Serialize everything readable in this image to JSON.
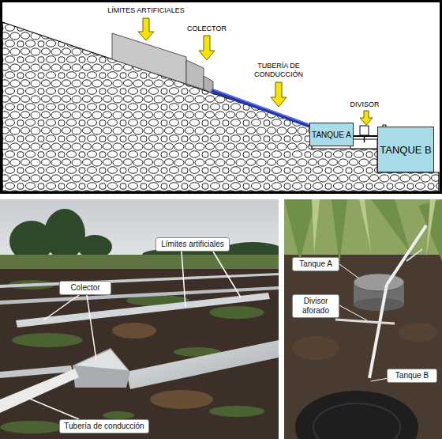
{
  "diagram": {
    "nodes": [
      {
        "text": [
          "TANQUE A"
        ]
      },
      {
        "text": [
          "TANQUE B"
        ]
      },
      {
        "text": [
          "Límites artificiales"
        ]
      },
      {
        "text": [
          "Colector"
        ]
      },
      {
        "text": [
          "Tubería de conducción"
        ]
      },
      {
        "text": [
          "Tanque A"
        ]
      },
      {
        "text": [
          "Divisor aforado"
        ]
      },
      {
        "text": [
          "Tanque B"
        ]
      }
    ],
    "edges": [
      {
        "from": 0,
        "to": 1,
        "arrow": "none"
      }
    ],
    "labels": [
      "LÍMITES ARTIFICIALES",
      "COLECTOR",
      "TUBERÍA DE CONDUCCIÓN",
      "DIVISOR"
    ]
  }
}
